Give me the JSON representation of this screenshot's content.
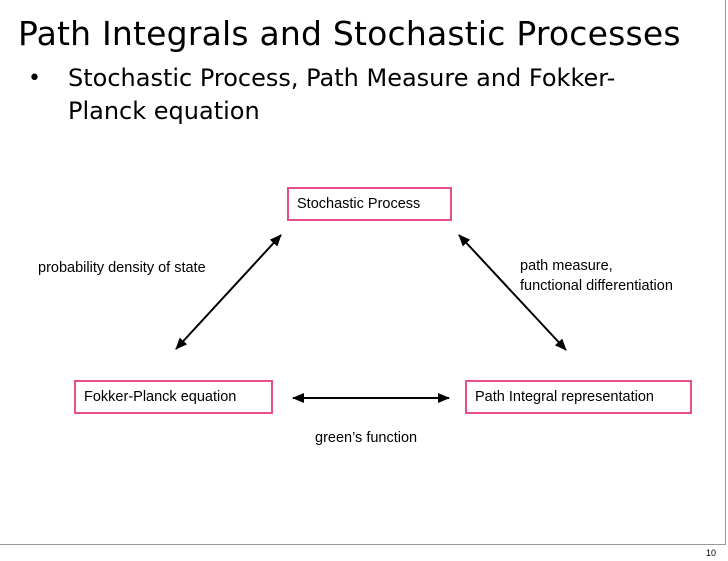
{
  "slide": {
    "title": "Path Integrals and Stochastic Processes",
    "bullet": "Stochastic Process, Path Measure and Fokker-Planck equation",
    "page_number": "10"
  },
  "diagram": {
    "nodes": {
      "stochastic_process": "Stochastic Process",
      "fokker_planck": "Fokker-Planck equation",
      "path_integral": "Path Integral representation"
    },
    "edges": {
      "left_label": "probability density of state",
      "right_label_line1": "path measure,",
      "right_label_line2": "functional differentiation",
      "bottom_label": "green’s function"
    },
    "colors": {
      "node_border": "#e84e8a",
      "arrow": "#000000"
    }
  }
}
